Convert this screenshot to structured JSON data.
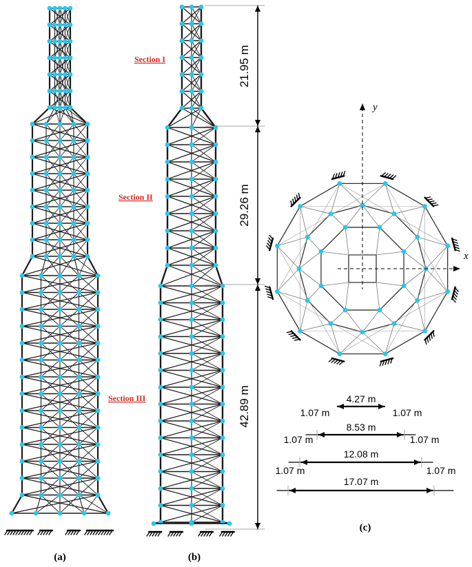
{
  "labels": {
    "section1": "Section I",
    "section2": "Section II",
    "section3": "Section III"
  },
  "heights": {
    "h1": "21.95 m",
    "h2": "29.26 m",
    "h3": "42.89 m"
  },
  "axes": {
    "x": "x",
    "y": "y"
  },
  "plan_dims": {
    "w1": "4.27 m",
    "w2": "8.53 m",
    "w3": "12.08 m",
    "w4": "17.07 m",
    "gap_l2": "1.07 m",
    "gap_r2": "1.07 m",
    "gap_l3": "1.07 m",
    "gap_r3": "1.07 m",
    "gap_l4": "1.07 m",
    "gap_r4": "1.07 m"
  },
  "captions": {
    "a": "(a)",
    "b": "(b)",
    "c": "(c)"
  },
  "colors": {
    "node": "#29c7ea",
    "member": "#1a1a1a",
    "section_label": "#d42a1f"
  }
}
